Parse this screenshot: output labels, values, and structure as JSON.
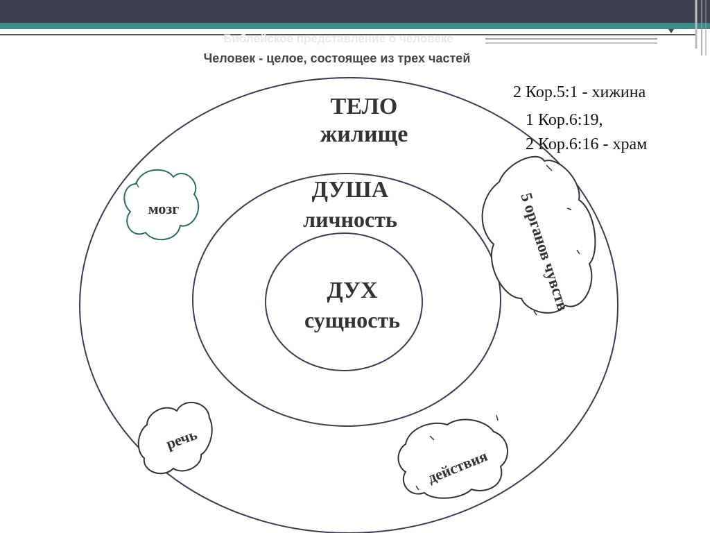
{
  "slide": {
    "title": "Библейское представление о человеке",
    "subtitle": "Человек - целое, состоящее из трех частей"
  },
  "references": {
    "line1": "2 Кор.5:1 - хижина",
    "line2": "1 Кор.6:19,",
    "line3": "2 Кор.6:16 - храм"
  },
  "rings": {
    "outer": {
      "name": "ТЕЛО",
      "meaning": "жилище"
    },
    "middle": {
      "name": "ДУША",
      "meaning": "личность"
    },
    "inner": {
      "name": "ДУХ",
      "meaning": "сущность"
    }
  },
  "clouds": {
    "brain": "мозг",
    "speech": "речь",
    "actions": "действия",
    "senses": "5 органов чувств"
  },
  "colors": {
    "topbar": "#3e4152",
    "accent": "#3f8a8a",
    "outline": "#3b3b55",
    "brain_cloud": "#2e6b66"
  }
}
